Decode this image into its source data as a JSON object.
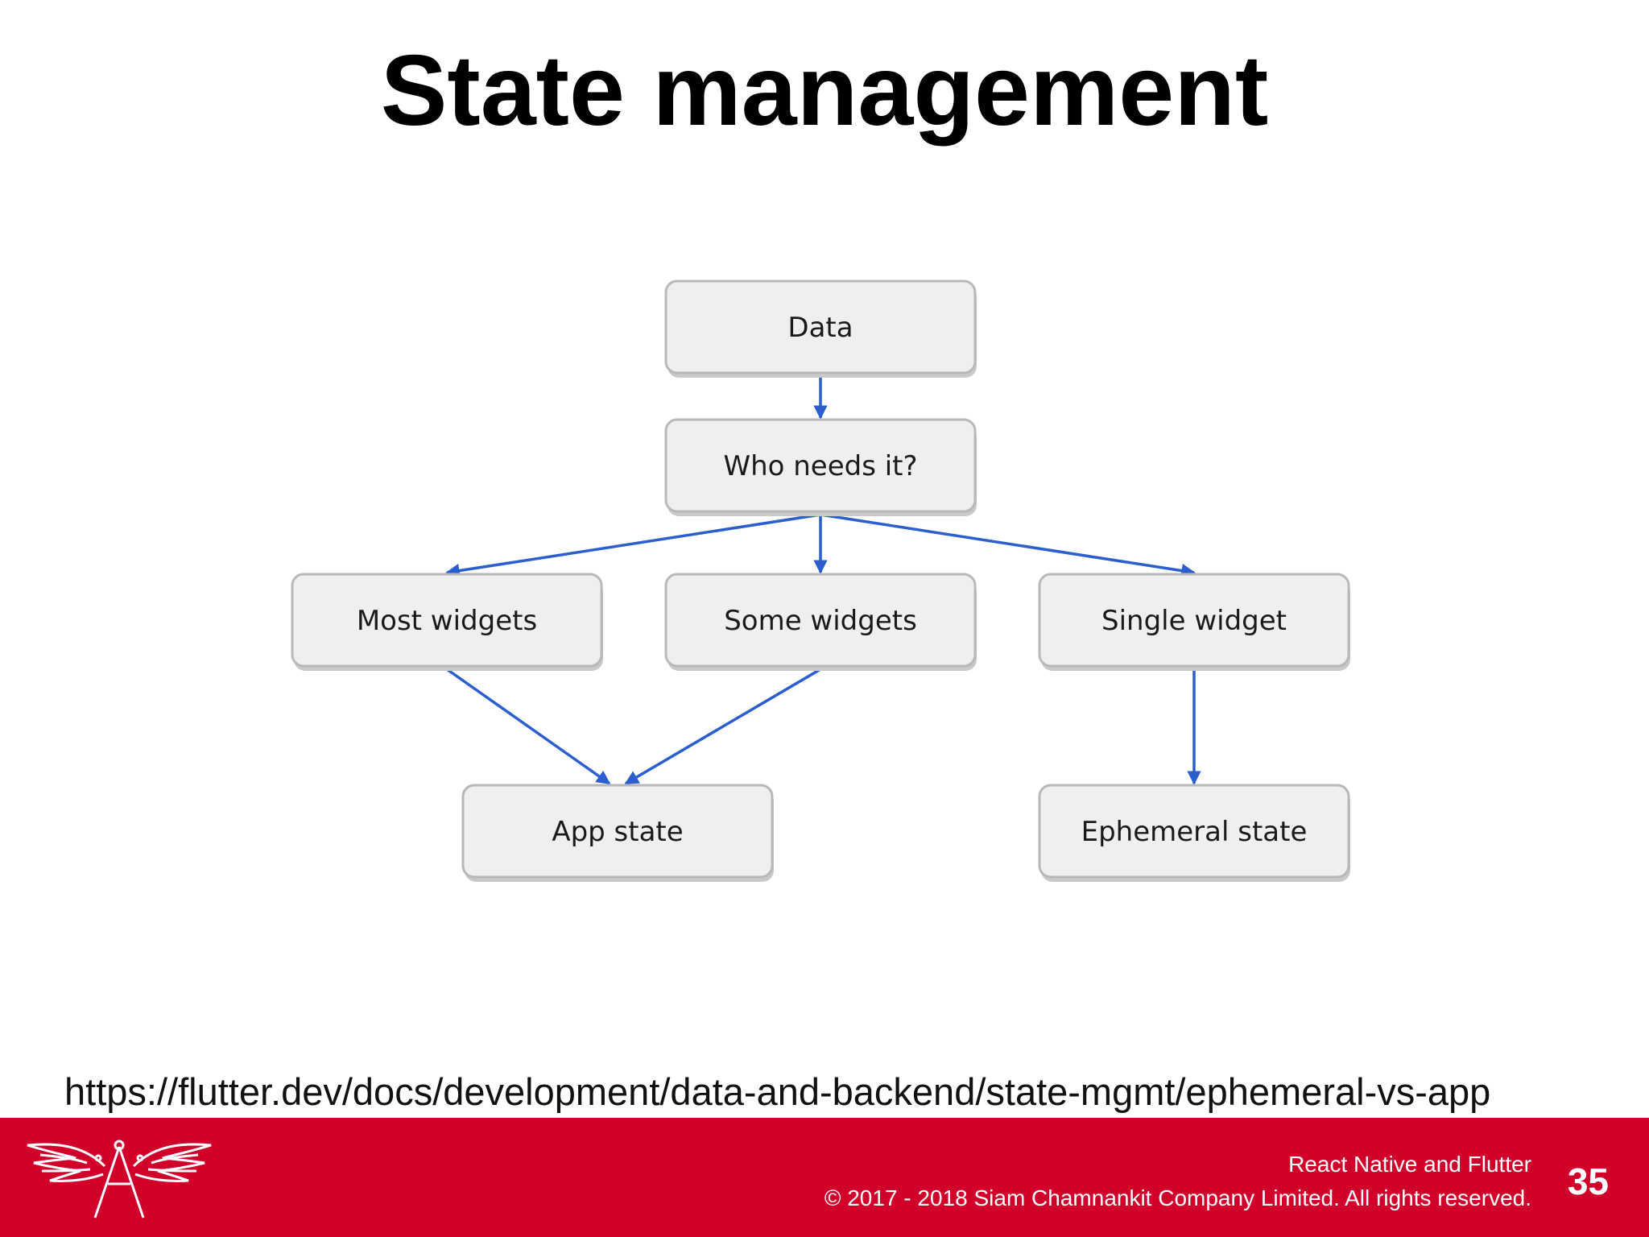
{
  "slide": {
    "title": "State management",
    "source_url": "https://flutter.dev/docs/development/data-and-backend/state-mgmt/ephemeral-vs-app"
  },
  "diagram": {
    "nodes": [
      {
        "id": "data",
        "label": "Data"
      },
      {
        "id": "who",
        "label": "Who needs it?"
      },
      {
        "id": "most",
        "label": "Most widgets"
      },
      {
        "id": "some",
        "label": "Some widgets"
      },
      {
        "id": "single",
        "label": "Single widget"
      },
      {
        "id": "app",
        "label": "App state"
      },
      {
        "id": "ephemeral",
        "label": "Ephemeral state"
      }
    ],
    "edges": [
      {
        "from": "data",
        "to": "who"
      },
      {
        "from": "who",
        "to": "most"
      },
      {
        "from": "who",
        "to": "some"
      },
      {
        "from": "who",
        "to": "single"
      },
      {
        "from": "most",
        "to": "app"
      },
      {
        "from": "some",
        "to": "app"
      },
      {
        "from": "single",
        "to": "ephemeral"
      }
    ],
    "edge_color": "#2b5fd0"
  },
  "footer": {
    "course": "React Native and Flutter",
    "copyright": "© 2017 - 2018 Siam Chamnankit Company Limited. All rights reserved.",
    "page_number": "35",
    "background_color": "#d1002b"
  },
  "logo": {
    "icon": "winged-compass-logo"
  }
}
